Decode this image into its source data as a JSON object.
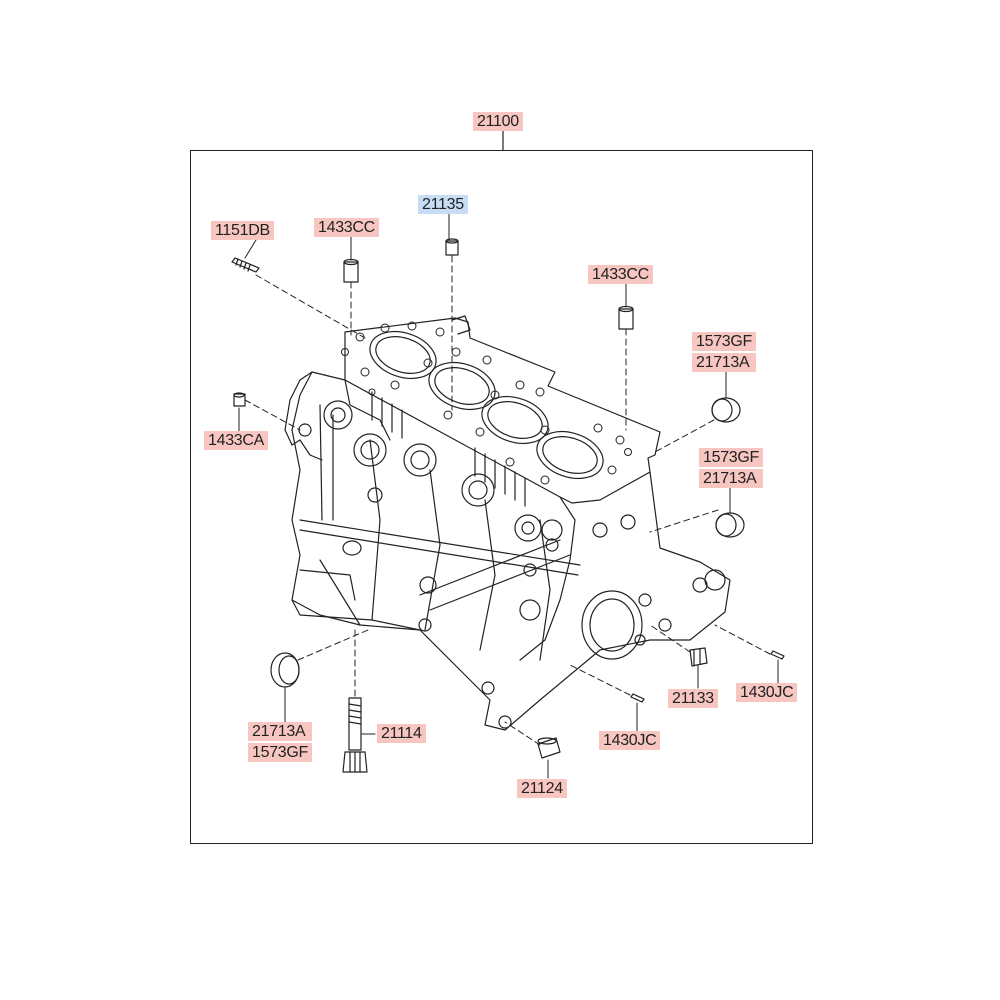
{
  "assembly": {
    "label": "21100",
    "color": "#f7c6c0"
  },
  "callouts": {
    "c1151DB": "1151DB",
    "c1433CC_a": "1433CC",
    "c21135": "21135",
    "c1433CC_b": "1433CC",
    "c1573GF_a": "1573GF",
    "c21713A_a": "21713A",
    "c1433CA": "1433CA",
    "c1573GF_b": "1573GF",
    "c21713A_b": "21713A",
    "c21713A_c": "21713A",
    "c1573GF_c": "1573GF",
    "c21114": "21114",
    "c21133": "21133",
    "c1430JC_a": "1430JC",
    "c1430JC_b": "1430JC",
    "c21124": "21124"
  },
  "colors": {
    "part_label": "#f7c6c0",
    "highlighted_label": "#c6ddf5",
    "line": "#222222"
  }
}
